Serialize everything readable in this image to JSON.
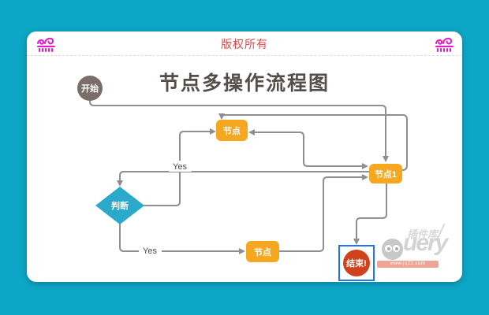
{
  "page": {
    "background_color": "#0ea6c6"
  },
  "header": {
    "copyright_text": "版权所有",
    "copyright_color": "#e04848",
    "icon_color": "#e519c6"
  },
  "diagram": {
    "title": "节点多操作流程图",
    "colors": {
      "process": "#f4a71f",
      "decision": "#2ba9cb",
      "start": "#7b6e68",
      "end": "#d0411d",
      "selection": "#2573e8",
      "connector": "#8f8f8f"
    },
    "nodes": [
      {
        "id": "start",
        "type": "circle",
        "label": "开始"
      },
      {
        "id": "node-top",
        "type": "process",
        "label": "节点"
      },
      {
        "id": "decision",
        "type": "decision",
        "label": "判断"
      },
      {
        "id": "node1",
        "type": "process",
        "label": "节点1"
      },
      {
        "id": "node-bottom",
        "type": "process",
        "label": "节点"
      },
      {
        "id": "end",
        "type": "circle",
        "label": "结束!",
        "selected": true
      }
    ],
    "edges": [
      {
        "from": "start",
        "to": "node1",
        "label": ""
      },
      {
        "from": "node1",
        "to": "node-top",
        "label": ""
      },
      {
        "from": "decision",
        "to": "node-top",
        "label": "Yes"
      },
      {
        "from": "node1",
        "to": "node-top",
        "label": ""
      },
      {
        "from": "node-top",
        "to": "node1",
        "label": ""
      },
      {
        "from": "node1",
        "to": "decision",
        "label": ""
      },
      {
        "from": "node-bottom",
        "to": "node1",
        "label": ""
      },
      {
        "from": "decision",
        "to": "node-bottom",
        "label": "Yes"
      },
      {
        "from": "node1",
        "to": "end",
        "label": ""
      }
    ]
  },
  "watermark": {
    "tag": "插件库",
    "brand": "uery",
    "ribbon": "www.jq22.com"
  }
}
